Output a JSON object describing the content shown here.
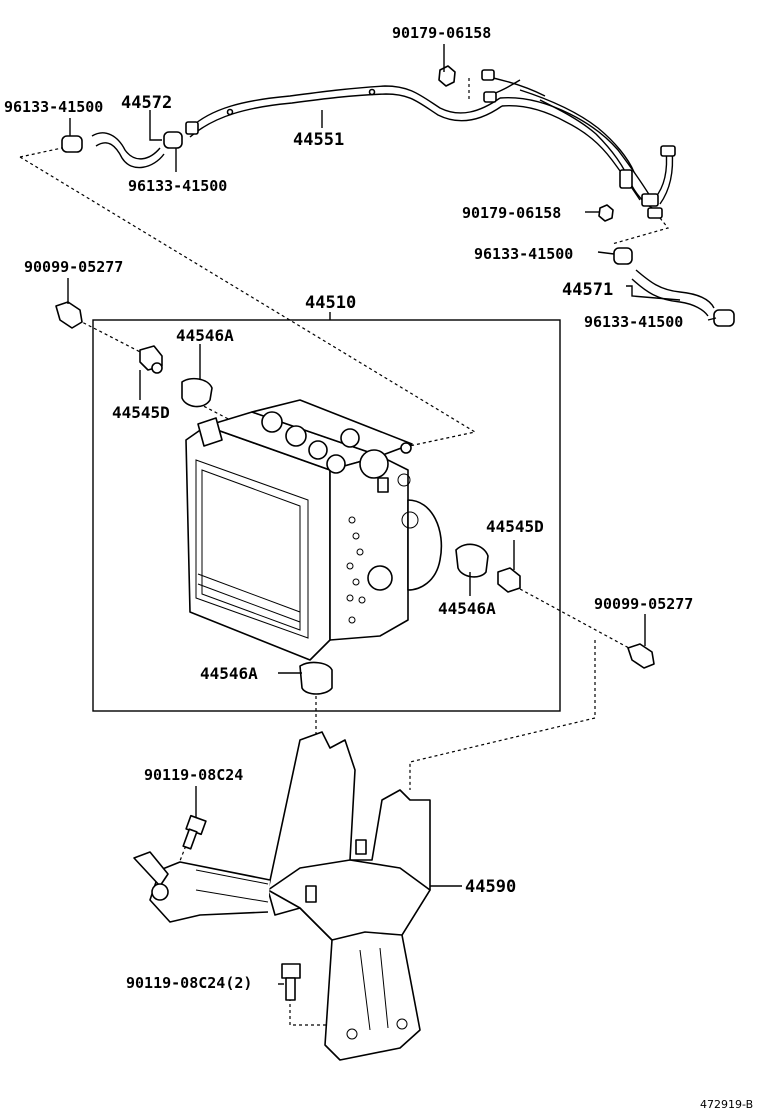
{
  "labels": {
    "p90179_top": "90179-06158",
    "p96133_tl": "96133-41500",
    "p44572": "44572",
    "p44551": "44551",
    "p96133_tm": "96133-41500",
    "p90179_right": "90179-06158",
    "p96133_r1": "96133-41500",
    "p44571": "44571",
    "p96133_r2": "96133-41500",
    "p90099_left": "90099-05277",
    "p44510": "44510",
    "p44546A_top": "44546A",
    "p44545D_left": "44545D",
    "p44545D_right": "44545D",
    "p44546A_right": "44546A",
    "p90099_right": "90099-05277",
    "p44546A_bottom": "44546A",
    "p90119_top": "90119-08C24",
    "p44590": "44590",
    "p90119_bottom": "90119-08C24(2)",
    "ref": "472919-B"
  }
}
